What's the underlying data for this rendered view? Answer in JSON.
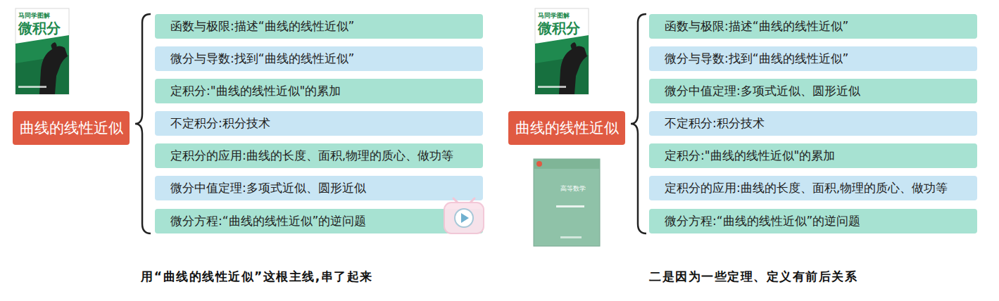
{
  "diagram": {
    "nodes": [
      {
        "text": [
          "曲线的线性近似"
        ]
      },
      {
        "text": [
          "函数与极限:描述“曲线的线性近似”"
        ]
      },
      {
        "text": [
          "微分与导数:找到“曲线的线性近似”"
        ]
      },
      {
        "text": [
          "定积分:\"曲线的线性近似\"的累加"
        ]
      },
      {
        "text": [
          "不定积分:积分技术"
        ]
      },
      {
        "text": [
          "定积分的应用:曲线的长度、面积,物理的质心、做功等"
        ]
      },
      {
        "text": [
          "微分中值定理:多项式近似、圆形近似"
        ]
      },
      {
        "text": [
          "微分方程:“曲线的线性近似”的逆问题"
        ]
      },
      {
        "text": [
          "曲线的线性近似"
        ]
      },
      {
        "text": [
          "函数与极限:描述“曲线的线性近似”"
        ]
      },
      {
        "text": [
          "微分与导数:找到“曲线的线性近似”"
        ]
      },
      {
        "text": [
          "微分中值定理:多项式近似、圆形近似"
        ]
      },
      {
        "text": [
          "不定积分:积分技术"
        ]
      },
      {
        "text": [
          "定积分:\"曲线的线性近似\"的累加"
        ]
      },
      {
        "text": [
          "定积分的应用:曲线的长度、面积,物理的质心、做功等"
        ]
      },
      {
        "text": [
          "微分方程:“曲线的线性近似”的逆问题"
        ]
      }
    ],
    "labels": [
      "马同学图解",
      "微积分",
      "用“曲线的线性近似”这根主线,串了起来",
      "马同学图解",
      "微积分",
      "高等数学",
      "二是因为一些定理、定义有前后关系"
    ]
  }
}
